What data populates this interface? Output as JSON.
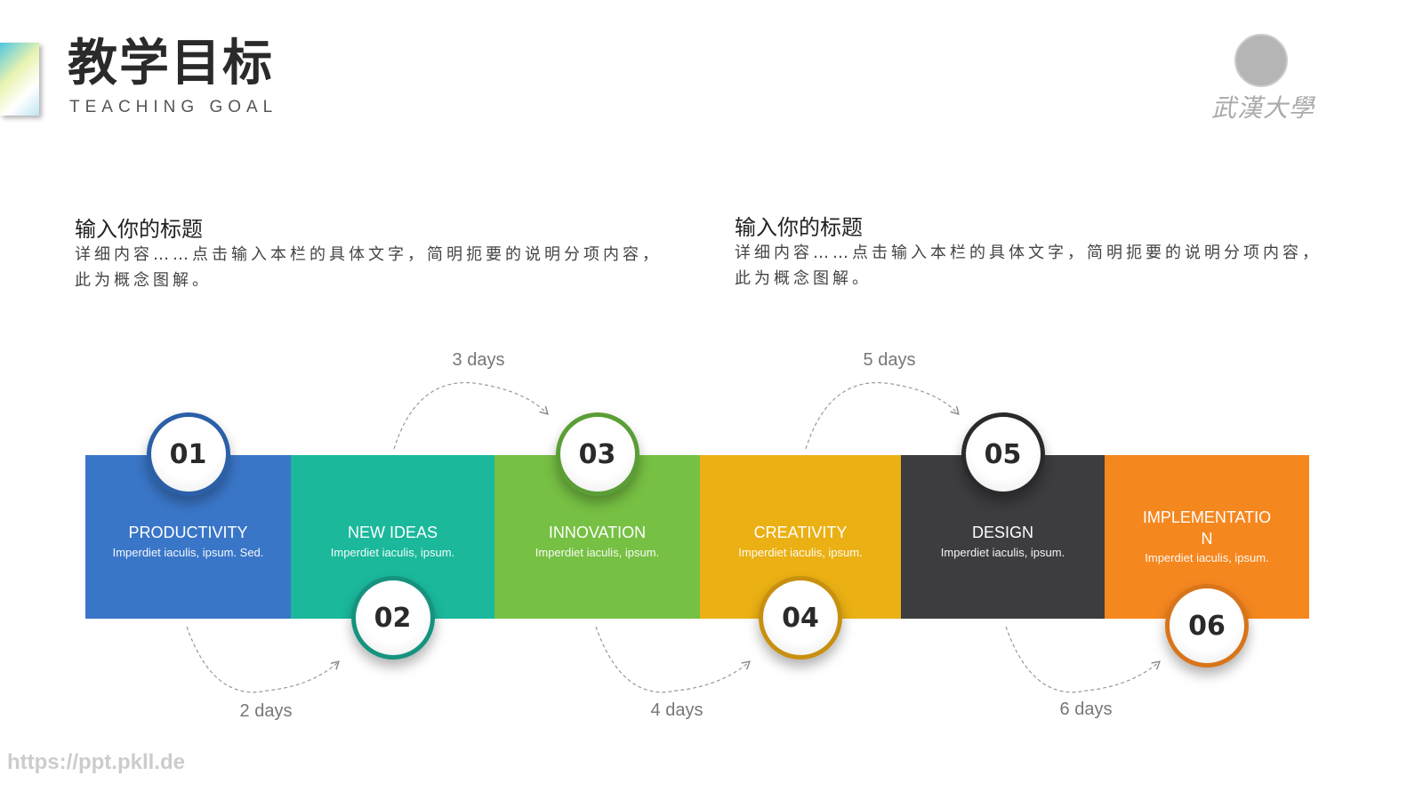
{
  "header": {
    "title": "教学目标",
    "subtitle": "TEACHING GOAL"
  },
  "logo": {
    "text": "武漢大學"
  },
  "sections": [
    {
      "title": "输入你的标题",
      "body": "详细内容……点击输入本栏的具体文字，简明扼要的说明分项内容，此为概念图解。"
    },
    {
      "title": "输入你的标题",
      "body": "详细内容……点击输入本栏的具体文字，简明扼要的说明分项内容，此为概念图解。"
    }
  ],
  "steps": [
    {
      "num": "01",
      "title": "PRODUCTIVITY",
      "desc": "Imperdiet iaculis, ipsum. Sed.",
      "color": "#3a76c8",
      "ring": "#2b5fa8"
    },
    {
      "num": "02",
      "title": "NEW IDEAS",
      "desc": "Imperdiet iaculis, ipsum.",
      "color": "#1bb89c",
      "ring": "#15937f"
    },
    {
      "num": "03",
      "title": "INNOVATION",
      "desc": "Imperdiet iaculis, ipsum.",
      "color": "#76c043",
      "ring": "#5a9e35"
    },
    {
      "num": "04",
      "title": "CREATIVITY",
      "desc": "Imperdiet iaculis, ipsum.",
      "color": "#ebb013",
      "ring": "#c8900f"
    },
    {
      "num": "05",
      "title": "DESIGN",
      "desc": "Imperdiet iaculis, ipsum.",
      "color": "#3d3c3f",
      "ring": "#2a2a2c"
    },
    {
      "num": "06",
      "title": "IMPLEMENTATION",
      "desc": "Imperdiet iaculis, ipsum.",
      "color": "#f5871f",
      "ring": "#d8741a"
    }
  ],
  "durations": [
    "2 days",
    "3 days",
    "4 days",
    "5 days",
    "6 days"
  ],
  "watermark": "https://ppt.pkll.de"
}
